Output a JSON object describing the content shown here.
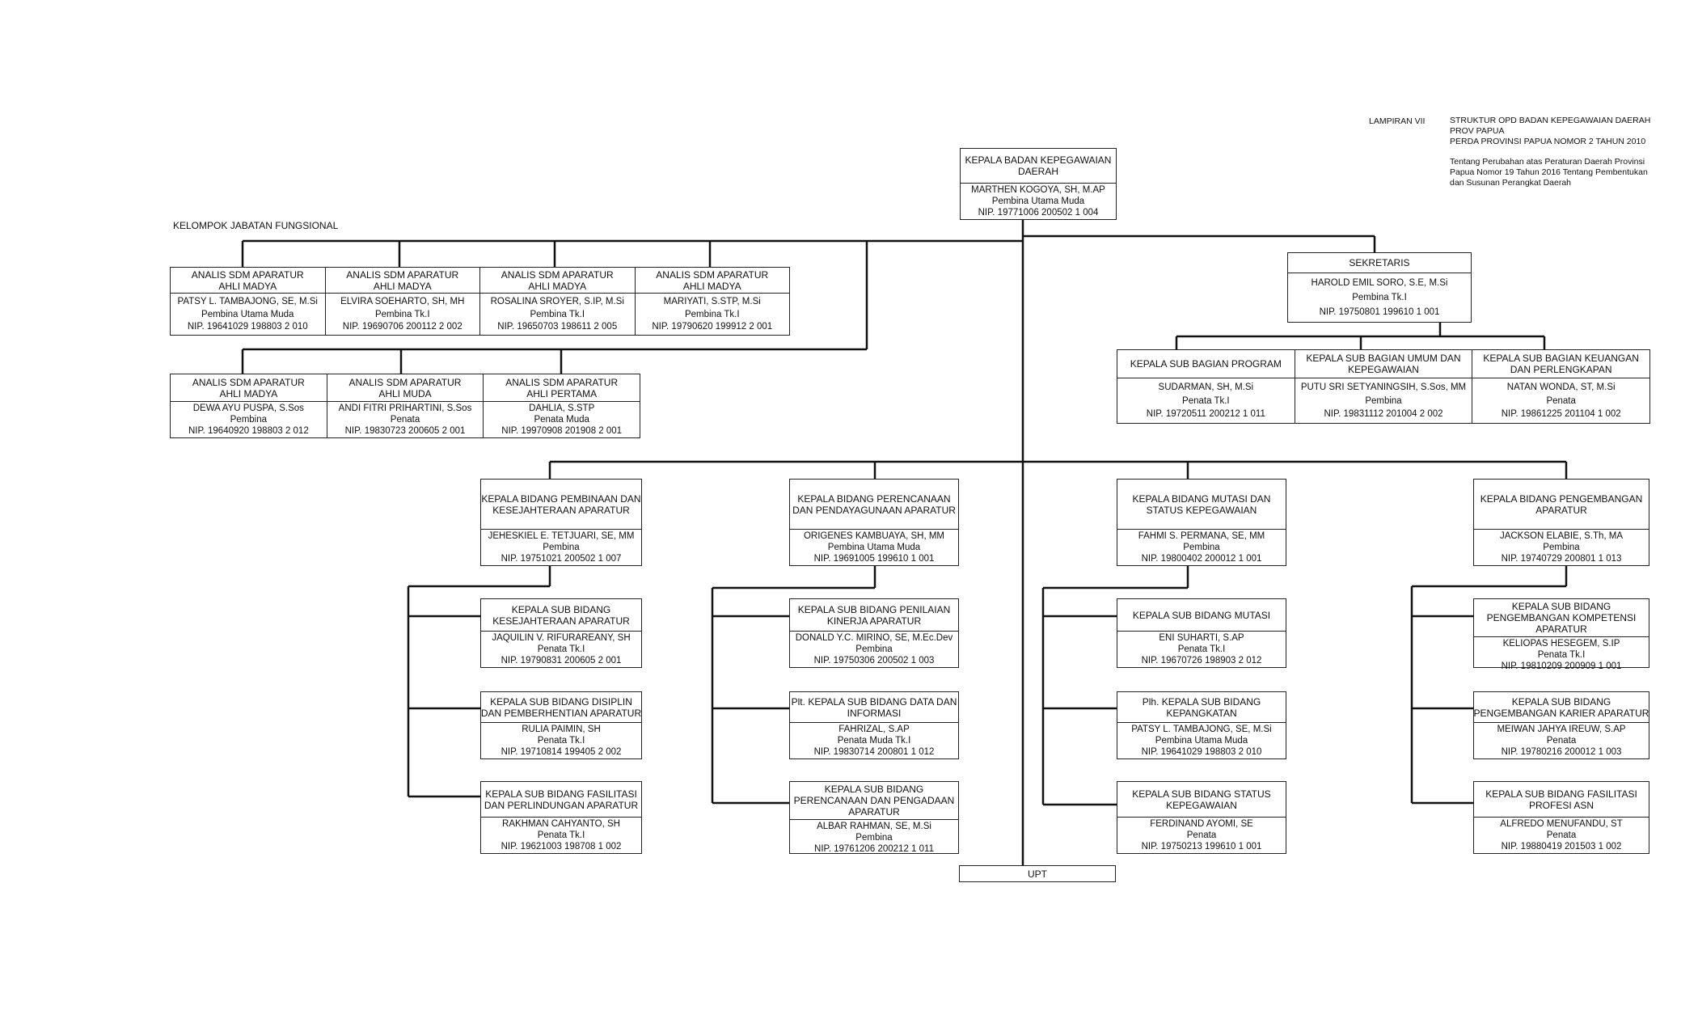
{
  "header": {
    "lampiran": "LAMPIRAN VII",
    "lines1": [
      "STRUKTUR  OPD BADAN KEPEGAWAIAN DAERAH",
      "PROV PAPUA",
      "PERDA PROVINSI PAPUA NOMOR 2 TAHUN 2010"
    ],
    "lines2": [
      "Tentang Perubahan atas Peraturan Daerah Provinsi",
      "Papua Nomor 19 Tahun 2016 Tentang Pembentukan",
      "dan Susunan Perangkat Daerah"
    ]
  },
  "fungsional_label": "KELOMPOK JABATAN FUNGSIONAL",
  "kepala": {
    "title": [
      "KEPALA BADAN KEPEGAWAIAN",
      "DAERAH"
    ],
    "name": "MARTHEN KOGOYA, SH, M.AP",
    "rank": "Pembina Utama Muda",
    "nip": "NIP. 19771006 200502 1 004"
  },
  "sekretaris": {
    "title": [
      "SEKRETARIS"
    ],
    "name": "HAROLD EMIL SORO, S.E, M.Si",
    "rank": "Pembina Tk.I",
    "nip": "NIP. 19750801 199610 1 001"
  },
  "subbagian": [
    {
      "title": [
        "KEPALA SUB BAGIAN PROGRAM"
      ],
      "name": "SUDARMAN, SH, M.Si",
      "rank": "Penata Tk.I",
      "nip": "NIP. 19720511 200212 1 011"
    },
    {
      "title": [
        "KEPALA SUB BAGIAN UMUM DAN",
        "KEPEGAWAIAN"
      ],
      "name": "PUTU SRI SETYANINGSIH, S.Sos, MM",
      "rank": "Pembina",
      "nip": "NIP. 19831112 201004 2 002"
    },
    {
      "title": [
        "KEPALA SUB BAGIAN KEUANGAN",
        "DAN PERLENGKAPAN"
      ],
      "name": "NATAN WONDA, ST, M.Si",
      "rank": "Penata",
      "nip": "NIP. 19861225 201104 1 002"
    }
  ],
  "fungsional_row1": [
    {
      "title": [
        "ANALIS SDM APARATUR",
        "AHLI MADYA"
      ],
      "name": "PATSY L. TAMBAJONG, SE, M.Si",
      "rank": "Pembina Utama Muda",
      "nip": "NIP. 19641029 198803 2 010"
    },
    {
      "title": [
        "ANALIS SDM APARATUR",
        "AHLI MADYA"
      ],
      "name": "ELVIRA SOEHARTO, SH, MH",
      "rank": "Pembina Tk.I",
      "nip": "NIP. 19690706 200112 2 002"
    },
    {
      "title": [
        "ANALIS SDM APARATUR",
        "AHLI MADYA"
      ],
      "name": "ROSALINA SROYER, S.IP, M.Si",
      "rank": "Pembina Tk.I",
      "nip": "NIP. 19650703 198611 2 005"
    },
    {
      "title": [
        "ANALIS SDM APARATUR",
        "AHLI MADYA"
      ],
      "name": "MARIYATI, S.STP, M.Si",
      "rank": "Pembina Tk.I",
      "nip": "NIP. 19790620 199912 2 001"
    }
  ],
  "fungsional_row2": [
    {
      "title": [
        "ANALIS SDM APARATUR",
        "AHLI MADYA"
      ],
      "name": "DEWA AYU PUSPA, S.Sos",
      "rank": "Pembina",
      "nip": "NIP. 19640920 198803 2 012"
    },
    {
      "title": [
        "ANALIS SDM APARATUR",
        "AHLI MUDA"
      ],
      "name": "ANDI FITRI PRIHARTINI, S.Sos",
      "rank": "Penata",
      "nip": "NIP. 19830723 200605 2 001"
    },
    {
      "title": [
        "ANALIS SDM APARATUR",
        "AHLI PERTAMA"
      ],
      "name": "DAHLIA, S.STP",
      "rank": "Penata Muda",
      "nip": "NIP. 19970908 201908 2 001"
    }
  ],
  "bidang": [
    {
      "head": {
        "title": [
          "KEPALA BIDANG PEMBINAAN DAN",
          "KESEJAHTERAAN APARATUR"
        ],
        "name": "JEHESKIEL E. TETJUARI, SE, MM",
        "rank": "Pembina",
        "nip": "NIP. 19751021 200502 1 007"
      },
      "subs": [
        {
          "title": [
            "KEPALA SUB BIDANG",
            "KESEJAHTERAAN APARATUR"
          ],
          "name": "JAQUILIN V. RIFURAREANY, SH",
          "rank": "Penata Tk.I",
          "nip": "NIP. 19790831 200605 2 001"
        },
        {
          "title": [
            "KEPALA SUB BIDANG DISIPLIN",
            "DAN PEMBERHENTIAN APARATUR"
          ],
          "name": "RULIA PAIMIN, SH",
          "rank": "Penata Tk.I",
          "nip": "NIP. 19710814 199405 2 002"
        },
        {
          "title": [
            "KEPALA SUB BIDANG FASILITASI",
            "DAN PERLINDUNGAN APARATUR"
          ],
          "name": "RAKHMAN CAHYANTO, SH",
          "rank": "Penata Tk.I",
          "nip": "NIP. 19621003 198708 1 002"
        }
      ]
    },
    {
      "head": {
        "title": [
          "KEPALA BIDANG PERENCANAAN",
          "DAN PENDAYAGUNAAN APARATUR"
        ],
        "name": "ORIGENES KAMBUAYA, SH, MM",
        "rank": "Pembina Utama Muda",
        "nip": "NIP. 19691005 199610 1 001"
      },
      "subs": [
        {
          "title": [
            "KEPALA SUB BIDANG PENILAIAN",
            "KINERJA APARATUR"
          ],
          "name": "DONALD Y.C. MIRINO, SE, M.Ec.Dev",
          "rank": "Pembina",
          "nip": "NIP. 19750306 200502 1 003"
        },
        {
          "title": [
            "Plt. KEPALA SUB BIDANG DATA DAN",
            "INFORMASI"
          ],
          "name": "FAHRIZAL, S.AP",
          "rank": "Penata Muda Tk.I",
          "nip": "NIP. 19830714 200801 1 012"
        },
        {
          "title": [
            "KEPALA SUB BIDANG",
            "PERENCANAAN DAN PENGADAAN",
            "APARATUR"
          ],
          "name": "ALBAR RAHMAN, SE, M.Si",
          "rank": "Pembina",
          "nip": "NIP. 19761206 200212 1 011"
        }
      ]
    },
    {
      "head": {
        "title": [
          "KEPALA BIDANG MUTASI DAN",
          "STATUS KEPEGAWAIAN"
        ],
        "name": "FAHMI S. PERMANA, SE, MM",
        "rank": "Pembina",
        "nip": "NIP. 19800402 200012 1 001"
      },
      "subs": [
        {
          "title": [
            "KEPALA SUB BIDANG MUTASI"
          ],
          "name": "ENI SUHARTI, S.AP",
          "rank": "Penata Tk.I",
          "nip": "NIP. 19670726 198903 2 012"
        },
        {
          "title": [
            "Plh. KEPALA SUB BIDANG",
            "KEPANGKATAN"
          ],
          "name": "PATSY L. TAMBAJONG, SE, M.Si",
          "rank": "Pembina Utama Muda",
          "nip": "NIP. 19641029 198803 2 010"
        },
        {
          "title": [
            "KEPALA SUB BIDANG STATUS",
            "KEPEGAWAIAN"
          ],
          "name": "FERDINAND AYOMI, SE",
          "rank": "Penata",
          "nip": "NIP. 19750213 199610 1 001"
        }
      ]
    },
    {
      "head": {
        "title": [
          "KEPALA BIDANG PENGEMBANGAN",
          "APARATUR"
        ],
        "name": "JACKSON ELABIE, S.Th, MA",
        "rank": "Pembina",
        "nip": "NIP. 19740729 200801 1 013"
      },
      "subs": [
        {
          "title": [
            "KEPALA SUB BIDANG",
            "PENGEMBANGAN KOMPETENSI",
            "APARATUR"
          ],
          "name": "KELIOPAS HESEGEM, S.IP",
          "rank": "Penata Tk.I",
          "nip": "NIP. 19810209 200909 1 001"
        },
        {
          "title": [
            "KEPALA SUB BIDANG",
            "PENGEMBANGAN KARIER APARATUR"
          ],
          "name": "MEIWAN JAHYA IREUW, S.AP",
          "rank": "Penata",
          "nip": "NIP. 19780216 200012 1 003"
        },
        {
          "title": [
            "KEPALA SUB BIDANG FASILITASI",
            "PROFESI ASN"
          ],
          "name": "ALFREDO MENUFANDU, ST",
          "rank": "Penata",
          "nip": "NIP. 19880419 201503 1 002"
        }
      ]
    }
  ],
  "upt": "UPT"
}
